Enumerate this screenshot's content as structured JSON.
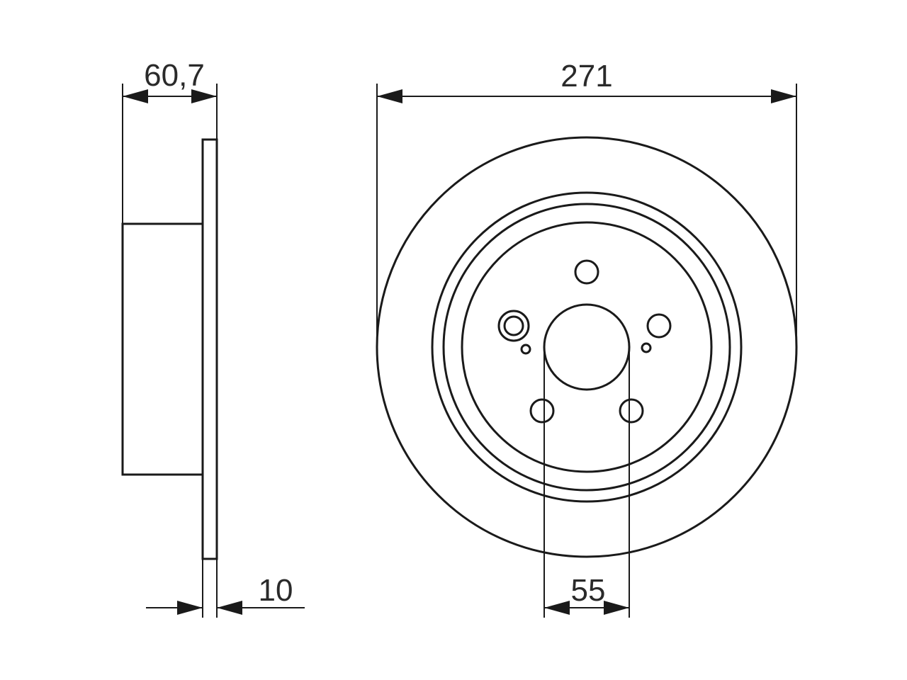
{
  "dimensions": {
    "hub_height": "60,7",
    "disc_thickness": "10",
    "outer_diameter": "271",
    "center_bore": "55"
  },
  "colors": {
    "line": "#1a1a1a",
    "background": "#ffffff"
  }
}
